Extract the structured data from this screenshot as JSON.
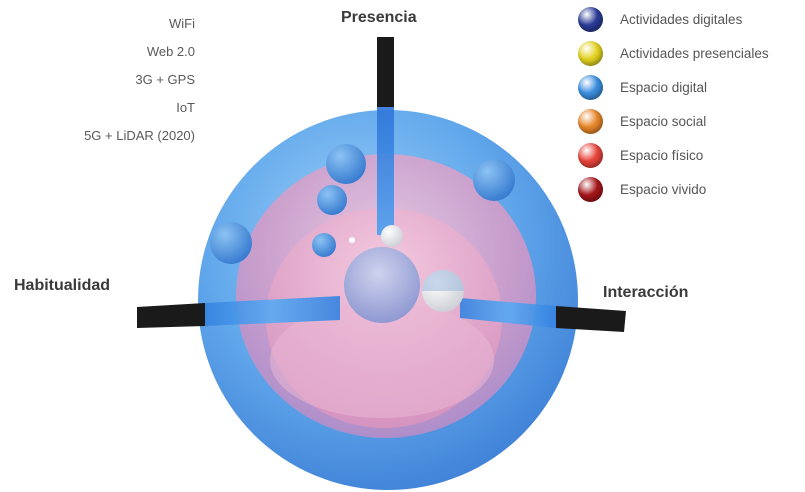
{
  "eras": [
    "WiFi",
    "Web 2.0",
    "3G + GPS",
    "IoT",
    "5G + LiDAR (2020)"
  ],
  "axes": {
    "top": "Presencia",
    "left": "Habitualidad",
    "right": "Interacción"
  },
  "legend": [
    {
      "label": "Actividades digitales",
      "color": "#2b3c97",
      "icon": "dark-blue-sphere"
    },
    {
      "label": "Actividades presenciales",
      "color": "#e4d321",
      "icon": "yellow-sphere"
    },
    {
      "label": "Espacio digital",
      "color": "#3b8fe0",
      "icon": "blue-sphere"
    },
    {
      "label": "Espacio social",
      "color": "#e8862a",
      "icon": "orange-sphere"
    },
    {
      "label": "Espacio físico",
      "color": "#e8443a",
      "icon": "red-sphere"
    },
    {
      "label": "Espacio vivido",
      "color": "#a5161a",
      "icon": "dark-red-sphere"
    }
  ]
}
